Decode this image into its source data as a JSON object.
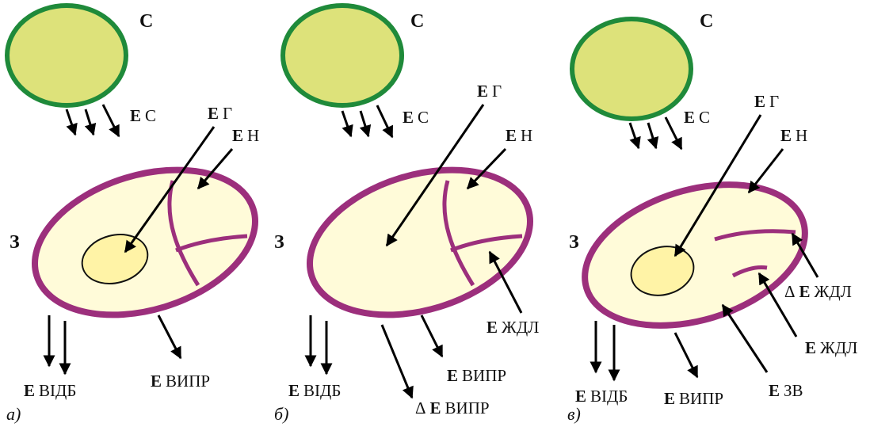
{
  "colors": {
    "sun_fill": "#dde27a",
    "sun_stroke": "#1f8a3a",
    "leaf_fill": "#fffbd9",
    "leaf_stroke": "#9c2f7c",
    "core_fill": "#fff3a6"
  },
  "labels": {
    "sun": "С",
    "earth": "З",
    "e_letter": "Е",
    "delta": "Δ",
    "sun_energy": "С",
    "heat": "Г",
    "n": "Н",
    "reflected": "ВІДБ",
    "radiated": "ВИПР",
    "zhdl": "ЖДЛ",
    "zv": "ЗВ"
  },
  "panels": [
    {
      "caption": "а)"
    },
    {
      "caption": "б)"
    },
    {
      "caption": "в)"
    }
  ]
}
